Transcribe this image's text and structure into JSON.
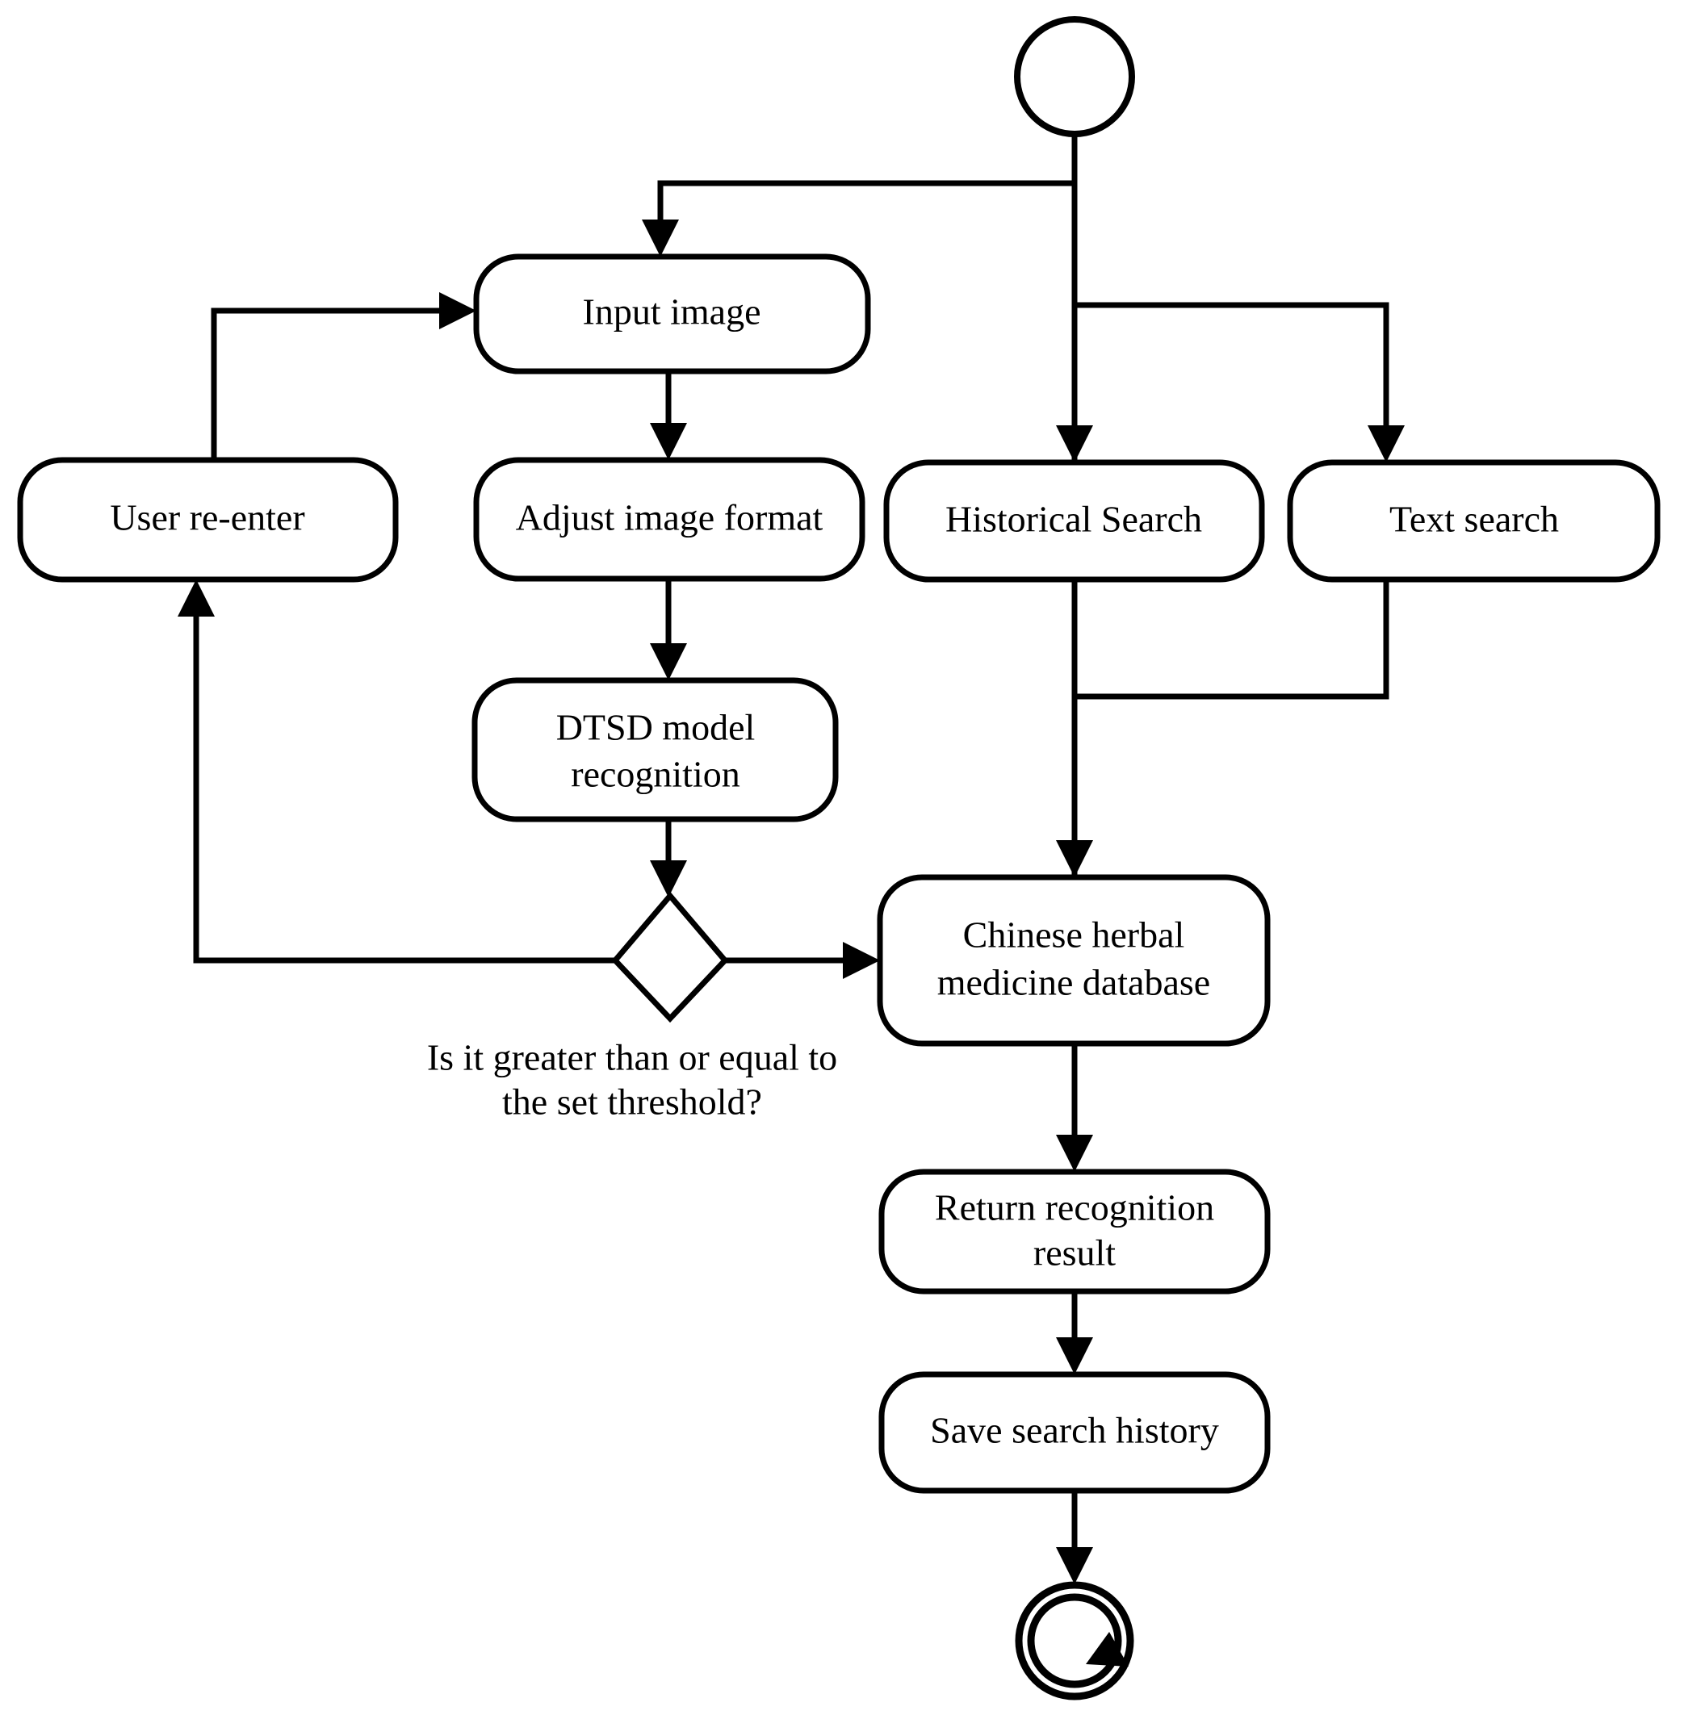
{
  "diagram": {
    "type": "uml-activity-diagram",
    "title": "",
    "colors": {
      "stroke": "#000000",
      "fill": "#ffffff",
      "text": "#000000",
      "background": "#ffffff"
    },
    "nodes": [
      {
        "id": "start",
        "kind": "initial-node",
        "label": ""
      },
      {
        "id": "input-image",
        "kind": "action",
        "label": "Input image"
      },
      {
        "id": "user-re-enter",
        "kind": "action",
        "label": "User re-enter"
      },
      {
        "id": "adjust-image-format",
        "kind": "action",
        "label": "Adjust image format"
      },
      {
        "id": "historical-search",
        "kind": "action",
        "label": "Historical Search"
      },
      {
        "id": "text-search",
        "kind": "action",
        "label": "Text search"
      },
      {
        "id": "dtsd-model-recognition",
        "kind": "action",
        "label_line1": "DTSD model",
        "label_line2": "recognition"
      },
      {
        "id": "threshold-decision",
        "kind": "decision",
        "label": ""
      },
      {
        "id": "chinese-herbal-medicine-database",
        "kind": "action",
        "label_line1": "Chinese herbal",
        "label_line2": "medicine database"
      },
      {
        "id": "return-recognition-result",
        "kind": "action",
        "label_line1": "Return recognition",
        "label_line2": "result"
      },
      {
        "id": "save-search-history",
        "kind": "action",
        "label": "Save search history"
      },
      {
        "id": "end",
        "kind": "final-node",
        "label": ""
      }
    ],
    "guard_label": {
      "line1": "Is it greater than or equal to",
      "line2": "the set threshold?"
    },
    "edges": [
      {
        "from": "start",
        "to": "input-image"
      },
      {
        "from": "start",
        "to": "historical-search"
      },
      {
        "from": "start",
        "to": "text-search"
      },
      {
        "from": "input-image",
        "to": "adjust-image-format"
      },
      {
        "from": "adjust-image-format",
        "to": "dtsd-model-recognition"
      },
      {
        "from": "dtsd-model-recognition",
        "to": "threshold-decision"
      },
      {
        "from": "threshold-decision",
        "to": "user-re-enter"
      },
      {
        "from": "user-re-enter",
        "to": "input-image"
      },
      {
        "from": "threshold-decision",
        "to": "chinese-herbal-medicine-database"
      },
      {
        "from": "historical-search",
        "to": "chinese-herbal-medicine-database"
      },
      {
        "from": "text-search",
        "to": "chinese-herbal-medicine-database"
      },
      {
        "from": "chinese-herbal-medicine-database",
        "to": "return-recognition-result"
      },
      {
        "from": "return-recognition-result",
        "to": "save-search-history"
      },
      {
        "from": "save-search-history",
        "to": "end"
      }
    ]
  }
}
